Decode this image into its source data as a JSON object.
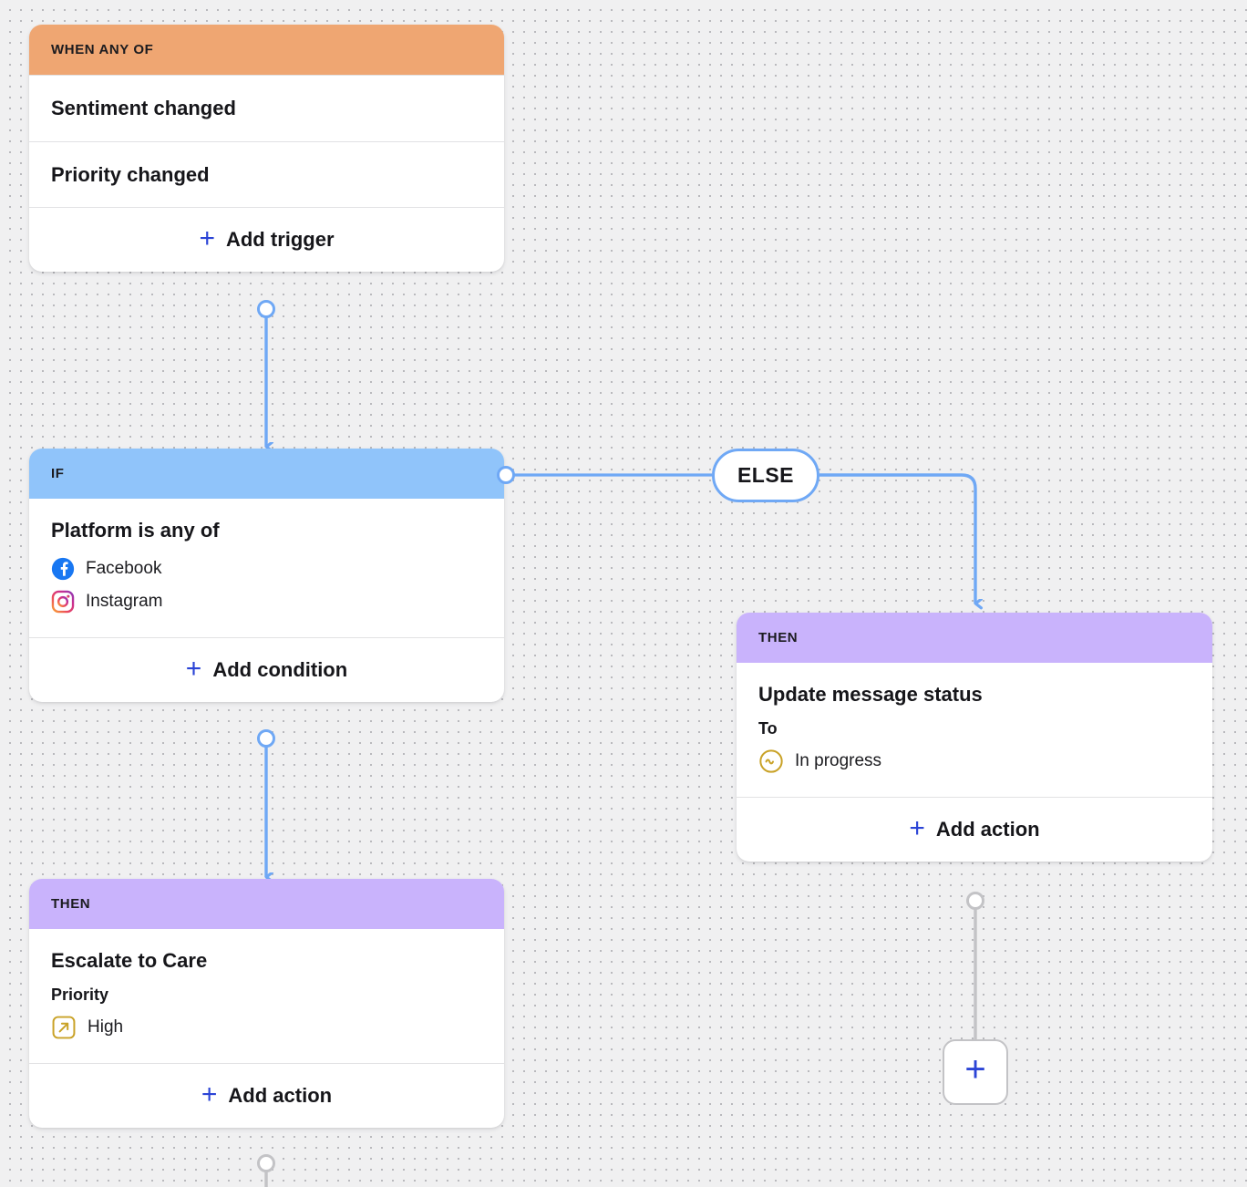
{
  "canvas": {
    "background_color": "#f0f0f1",
    "dot_color": "#b9b9bd"
  },
  "colors": {
    "trigger_header": "#efa672",
    "condition_header": "#90c4fa",
    "action_header": "#c9b3fc",
    "edge_active": "#6fa8f5",
    "edge_inactive": "#c3c3c6",
    "accent_link": "#2b44d6",
    "status_gold": "#c9a227",
    "facebook_blue": "#1877f2"
  },
  "nodes": {
    "trigger": {
      "kicker": "WHEN ANY OF",
      "triggers": [
        {
          "label": "Sentiment changed"
        },
        {
          "label": "Priority changed"
        }
      ],
      "add_label": "Add trigger",
      "add_icon": "plus-icon"
    },
    "condition": {
      "kicker": "IF",
      "title": "Platform is any of",
      "values": [
        {
          "label": "Facebook",
          "icon": "facebook-icon"
        },
        {
          "label": "Instagram",
          "icon": "instagram-icon"
        }
      ],
      "add_label": "Add condition",
      "add_icon": "plus-icon"
    },
    "else_branch": {
      "label": "ELSE"
    },
    "action_left": {
      "kicker": "THEN",
      "title": "Escalate to Care",
      "field_label": "Priority",
      "value": {
        "label": "High",
        "icon": "priority-high-icon"
      },
      "add_label": "Add action",
      "add_icon": "plus-icon"
    },
    "action_right": {
      "kicker": "THEN",
      "title": "Update message status",
      "field_label": "To",
      "value": {
        "label": "In progress",
        "icon": "in-progress-icon"
      },
      "add_label": "Add action",
      "add_icon": "plus-icon"
    },
    "add_step": {
      "icon": "plus-icon",
      "label": ""
    }
  }
}
